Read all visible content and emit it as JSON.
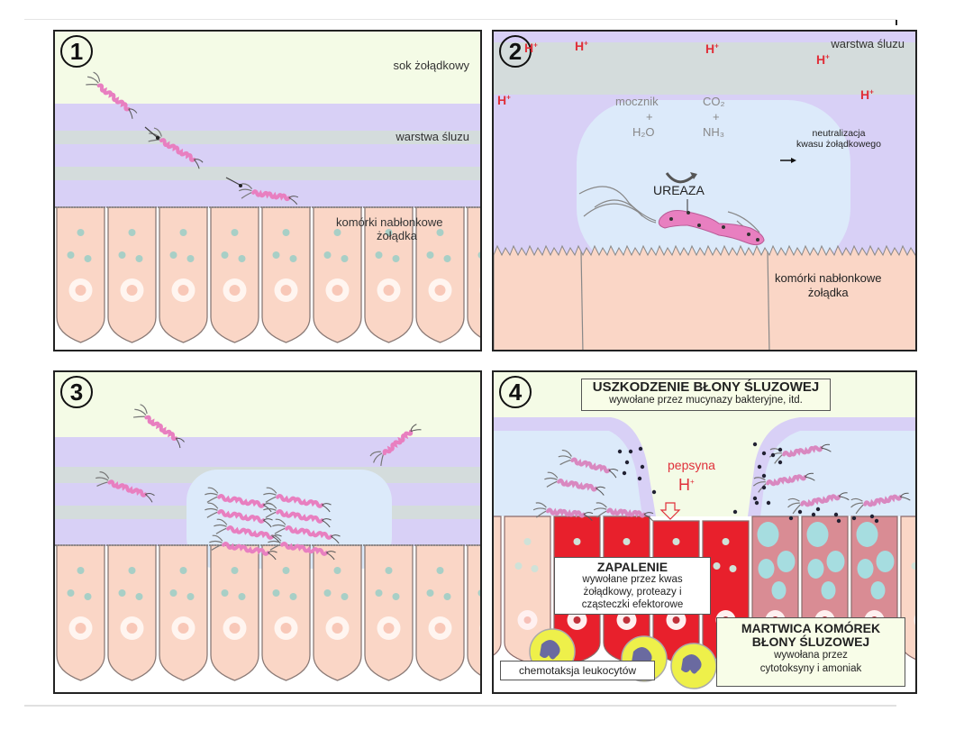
{
  "panels": [
    {
      "number": "1",
      "labels": {
        "gastric_juice": "sok żołądkowy",
        "mucus_layer": "warstwa śluzu",
        "epithelial_line1": "komórki nabłonkowe",
        "epithelial_line2": "żołądka"
      }
    },
    {
      "number": "2",
      "labels": {
        "mucus_layer": "warstwa śluzu",
        "h_plus": "H",
        "h_plus_sup": "+",
        "urea": "mocznik",
        "plus": "+",
        "water": "H₂O",
        "co2": "CO₂",
        "nh3": "NH₃",
        "neutralization_line1": "neutralizacja",
        "neutralization_line2": "kwasu żołądkowego",
        "urease": "UREAZA",
        "epithelial_line1": "komórki nabłonkowe",
        "epithelial_line2": "żołądka"
      }
    },
    {
      "number": "3",
      "labels": {}
    },
    {
      "number": "4",
      "labels": {
        "damage_title": "USZKODZENIE BŁONY ŚLUZOWEJ",
        "damage_sub": "wywołane przez mucynazy bakteryjne, itd.",
        "pepsin": "pepsyna",
        "h_plus": "H",
        "h_plus_sup": "+",
        "inflammation_title": "ZAPALENIE",
        "inflammation_line1": "wywołane przez kwas",
        "inflammation_line2": "żołądkowy, proteazy i",
        "inflammation_line3": "cząsteczki efektorowe",
        "necrosis_title_line1": "MARTWICA KOMÓREK",
        "necrosis_title_line2": "BŁONY ŚLUZOWEJ",
        "necrosis_line1": "wywołana przez",
        "necrosis_line2": "cytotoksyny i amoniak",
        "chemotaxis": "chemotaksja leukocytów"
      }
    }
  ],
  "colors": {
    "gastric_juice": "#f4fbe6",
    "mucus_purple": "#d8d0f6",
    "mucus_grey": "#d4dcdc",
    "bubble_blue": "#dceafa",
    "cell_pink": "#fad6c6",
    "bacteria_pink": "#e87fc0",
    "h_plus_red": "#e0303a",
    "inflamed_red": "#e8202c",
    "necrotic_pink": "#d98c94",
    "vacuole_cyan": "#a6dde0",
    "leukocyte_yellow": "#eef04a"
  }
}
